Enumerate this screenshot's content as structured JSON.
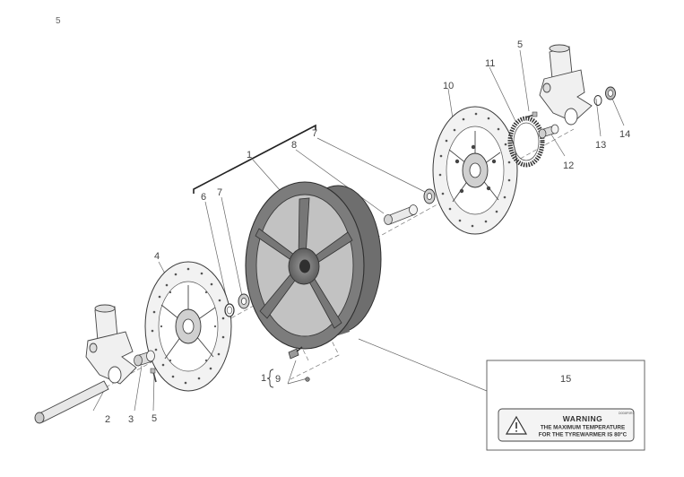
{
  "page_number": "5",
  "labels": {
    "l1_top": "1",
    "l1_bottom": "1",
    "l2": "2",
    "l3": "3",
    "l4": "4",
    "l5_top": "5",
    "l5_bottom": "5",
    "l6": "6",
    "l7_left": "7",
    "l7_right": "7",
    "l8": "8",
    "l9": "9",
    "l10": "10",
    "l11": "11",
    "l12": "12",
    "l13": "13",
    "l14": "14",
    "l15": "15"
  },
  "warning_label": {
    "code": "D0D8F0R1",
    "title": "WARNING",
    "line1": "THE MAXIMUM TEMPERATURE",
    "line2": "FOR THE TYREWARMER IS 80°C"
  },
  "colors": {
    "line": "#555555",
    "wheel": "#7a7a7a",
    "wheel_dark": "#4a4a4a",
    "part_light": "#e9e9e9"
  }
}
